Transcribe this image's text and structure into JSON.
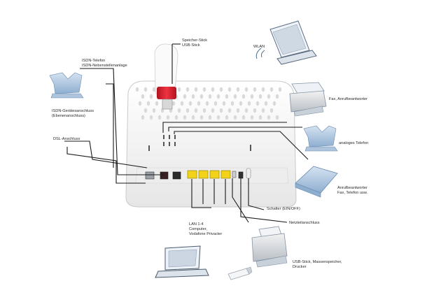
{
  "labels": {
    "speicher_stick": [
      "Speicher-Stick",
      "USB-Stick"
    ],
    "wlan": [
      "WLAN"
    ],
    "isdn_telefon": [
      "ISDN-Telefon",
      "ISDN-Nebenstellenanlage"
    ],
    "fax": [
      "Fax, Anrufbeantworter"
    ],
    "isdn_geraete": [
      "ISDN-Gerätesanschluss",
      "(Ebenenanschluss)"
    ],
    "analoges_telefon": [
      "analoges Telefon"
    ],
    "dsl": [
      "DSL-Anschluss"
    ],
    "anrufbeantworter": [
      "Anrufbeantworter",
      "Fax, Telefon usw."
    ],
    "schalter": [
      "Schalter (EIN/OFF)"
    ],
    "netz": [
      "Netzteilanschluss"
    ],
    "lan": [
      "LAN 1-4",
      "Computer,",
      "Vodafone Privacter"
    ],
    "usb_drucker": [
      "USB-Stick, Massenspeicher,",
      "Drucker"
    ]
  },
  "colors": {
    "lan_port": "#f2d21a",
    "usb_stick_red": "#e0202e",
    "device_blue": "#9fb9d6",
    "router_body": "#f4f4f4",
    "line": "#1a1a1a"
  }
}
